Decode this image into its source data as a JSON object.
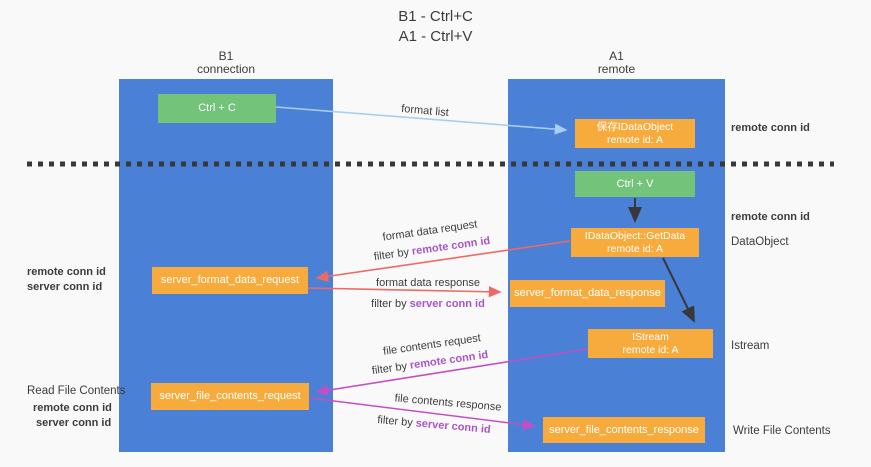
{
  "title": {
    "line1": "B1 - Ctrl+C",
    "line2": "A1 - Ctrl+V"
  },
  "columns": {
    "left": {
      "name": "B1",
      "role": "connection"
    },
    "right": {
      "name": "A1",
      "role": "remote"
    }
  },
  "boxes": {
    "ctrl_c": "Ctrl + C",
    "save_idataobject": {
      "line1": "保存IDataObject",
      "line2": "remote id: A"
    },
    "ctrl_v": "Ctrl + V",
    "getdata": {
      "line1": "IDataObject::GetData",
      "line2": "remote id: A"
    },
    "format_request": "server_format_data_request",
    "format_response": "server_format_data_response",
    "istream": {
      "line1": "IStream",
      "line2": "remote id: A"
    },
    "file_request": "server_file_contents_request",
    "file_response": "server_file_contents_response"
  },
  "annotations": {
    "format_list": "format list",
    "format_data_request": "format data request",
    "format_data_response": "format data response",
    "file_contents_request": "file contents request",
    "file_contents_response": "file contents response",
    "filter_by": "filter by",
    "remote_conn_id": "remote conn id",
    "server_conn_id": "server conn id"
  },
  "side_labels": {
    "right_remote_conn_top": "remote conn id",
    "right_remote_conn_mid": "remote conn id",
    "dataobject": "DataObject",
    "istream": "Istream",
    "write_file_contents": "Write File Contents",
    "left_remote_conn": "remote conn id",
    "left_server_conn": "server conn id",
    "read_file_contents": "Read File Contents",
    "left_remote_conn2": "remote conn id",
    "left_server_conn2": "server conn id"
  },
  "colors": {
    "background": "#f9f9f9",
    "column_blue": "#4a80d6",
    "box_green": "#74c37a",
    "box_orange": "#f8ab3d",
    "text_dark": "#3c3c3c",
    "text_purple": "#a855c7",
    "text_green": "#5cb85c",
    "arrow_red": "#ed6a65",
    "arrow_magenta": "#c44fc4",
    "arrow_lightblue": "#a5cff0",
    "arrow_black": "#383838"
  }
}
